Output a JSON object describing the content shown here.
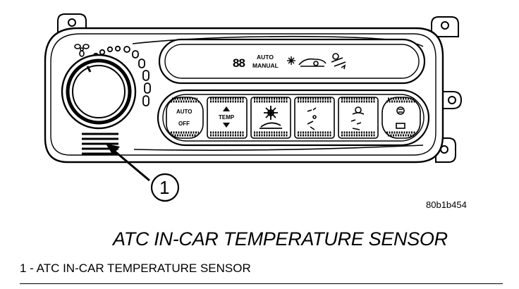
{
  "diagram": {
    "callout_number": "1",
    "figure_id": "80b1b454",
    "title": "ATC IN-CAR TEMPERATURE SENSOR",
    "legend": [
      {
        "number": "1",
        "text": "1 - ATC IN-CAR TEMPERATURE SENSOR"
      }
    ],
    "display": {
      "segments": "88",
      "line1": "AUTO",
      "line2": "MANUAL"
    },
    "buttons": [
      {
        "name": "auto-off-button",
        "top": "AUTO",
        "bottom": "OFF"
      },
      {
        "name": "temp-button",
        "top": "TEMP",
        "bottom": ""
      },
      {
        "name": "ac-recirc-button",
        "top": "",
        "bottom": ""
      },
      {
        "name": "vent-mode-button",
        "top": "",
        "bottom": ""
      },
      {
        "name": "defrost-floor-button",
        "top": "",
        "bottom": ""
      },
      {
        "name": "rear-defrost-button",
        "top": "",
        "bottom": ""
      }
    ],
    "icons": [
      "fan-icon",
      "snowflake-icon",
      "recirculation-icon",
      "air-flow-icon",
      "arrow-icon"
    ]
  }
}
